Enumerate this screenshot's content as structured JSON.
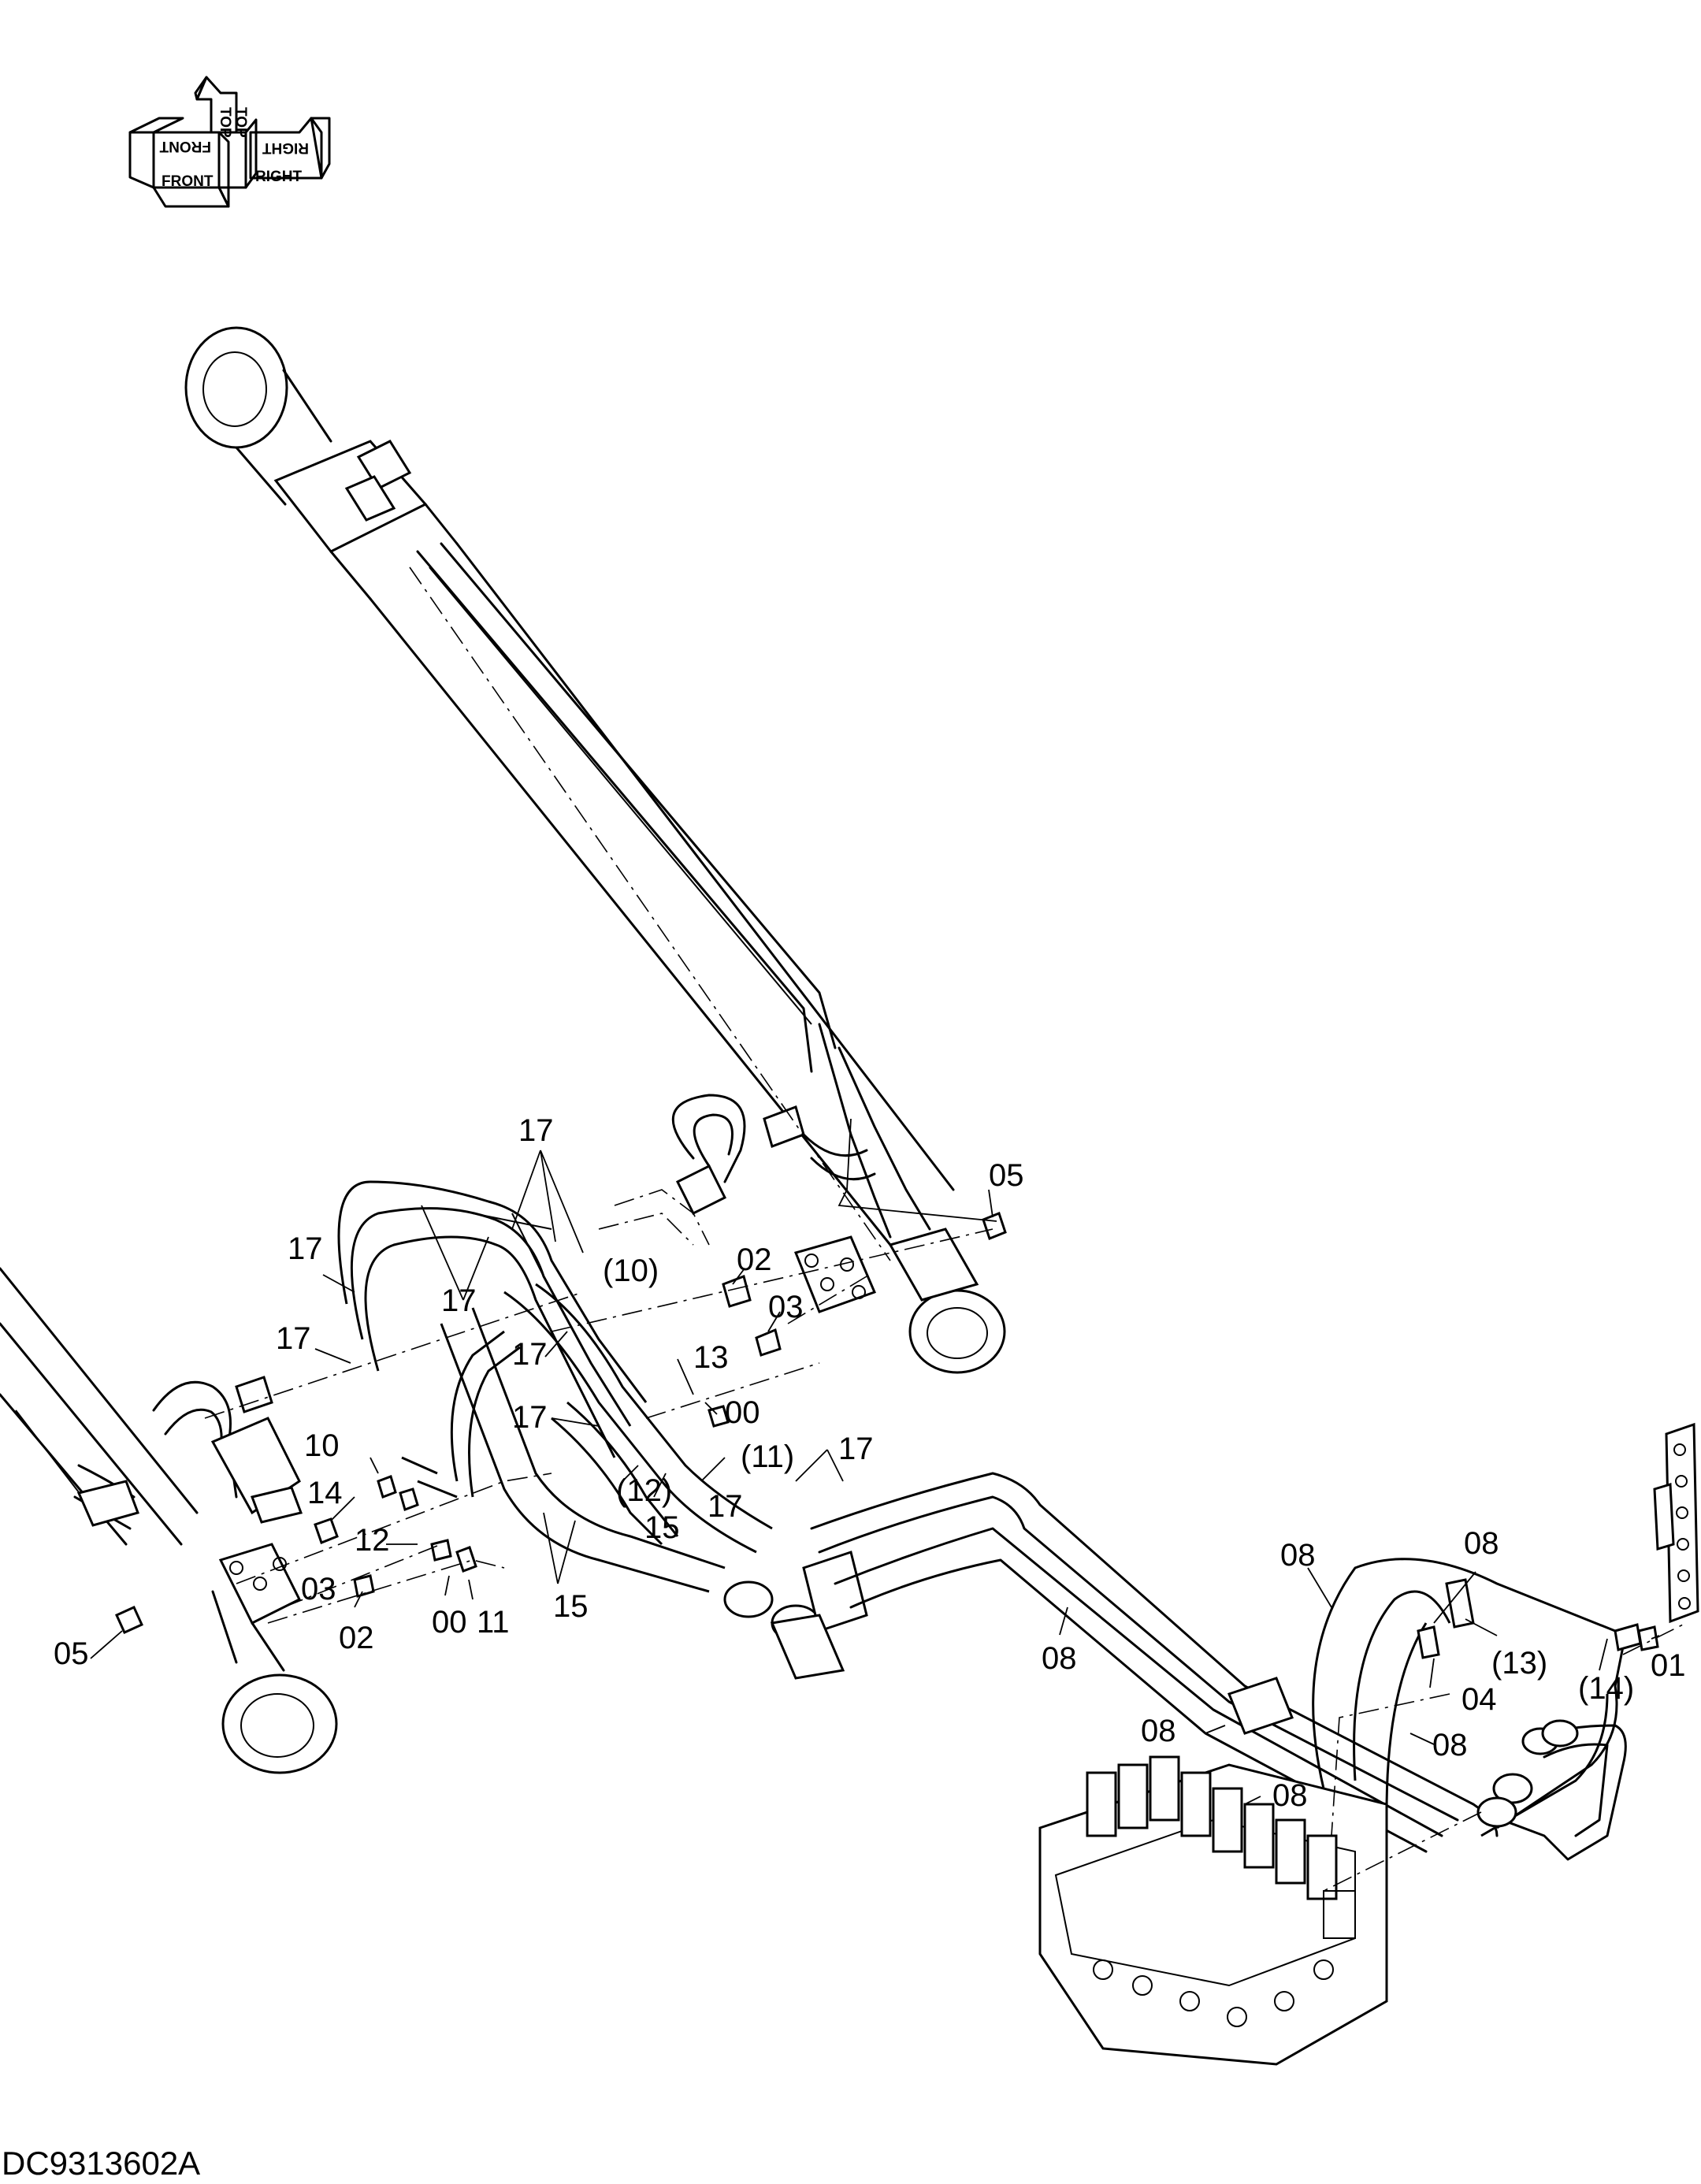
{
  "orientation_indicator": {
    "labels": [
      "FRONT",
      "TOP",
      "RIGHT"
    ],
    "mirror_labels": [
      "FRONT",
      "TOP",
      "RIGHT"
    ]
  },
  "callouts": {
    "c17a": "17",
    "c17b": "17",
    "c17c": "17",
    "c17d": "17",
    "c17e": "17",
    "c17f": "17",
    "c17g": "17",
    "c17h": "17",
    "c05a": "05",
    "c05b": "05",
    "c02a": "02",
    "c02b": "02",
    "c03a": "03",
    "c03b": "03",
    "c10a": "(10)",
    "c10b": "10",
    "c13a": "13",
    "c13b": "(13)",
    "c00a": "00",
    "c00b": "00",
    "c11a": "(11)",
    "c11b": "11",
    "c12a": "(12)",
    "c12b": "12",
    "c14a": "14",
    "c14b": "(14)",
    "c15a": "15",
    "c15b": "15",
    "c08a": "08",
    "c08b": "08",
    "c08c": "08",
    "c08d": "08",
    "c08e": "08",
    "c08f": "08",
    "c04": "04",
    "c01": "01"
  },
  "drawing_number": "DC9313602A"
}
